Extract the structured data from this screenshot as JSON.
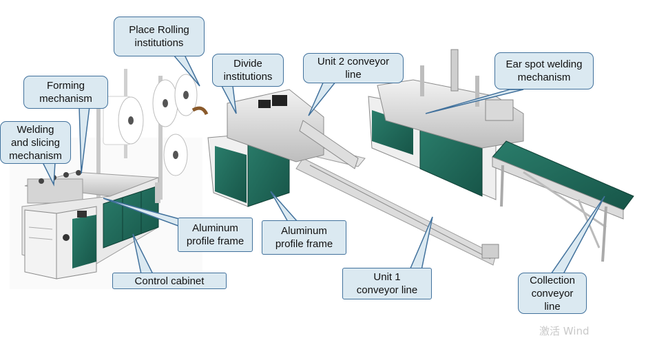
{
  "labels": {
    "place_rolling": "Place Rolling\ninstitutions",
    "forming": "Forming\nmechanism",
    "welding_slicing": "Welding\nand slicing\nmechanism",
    "divide": "Divide\ninstitutions",
    "unit2": "Unit 2 conveyor\nline",
    "ear_spot": "Ear spot welding\nmechanism",
    "aluminum_frame_left": "Aluminum\nprofile frame",
    "aluminum_frame_mid": "Aluminum\nprofile frame",
    "control_cabinet": "Control cabinet",
    "unit1": "Unit 1\nconveyor line",
    "collection": "Collection\nconveyor\nline"
  },
  "watermark": "激活 Wind",
  "colors": {
    "callout_fill": "#dbe9f1",
    "callout_border": "#41719c",
    "cabinet_green": "#1f6b5c",
    "frame_grey": "#d7d7d7",
    "belt_green": "#236e57"
  }
}
